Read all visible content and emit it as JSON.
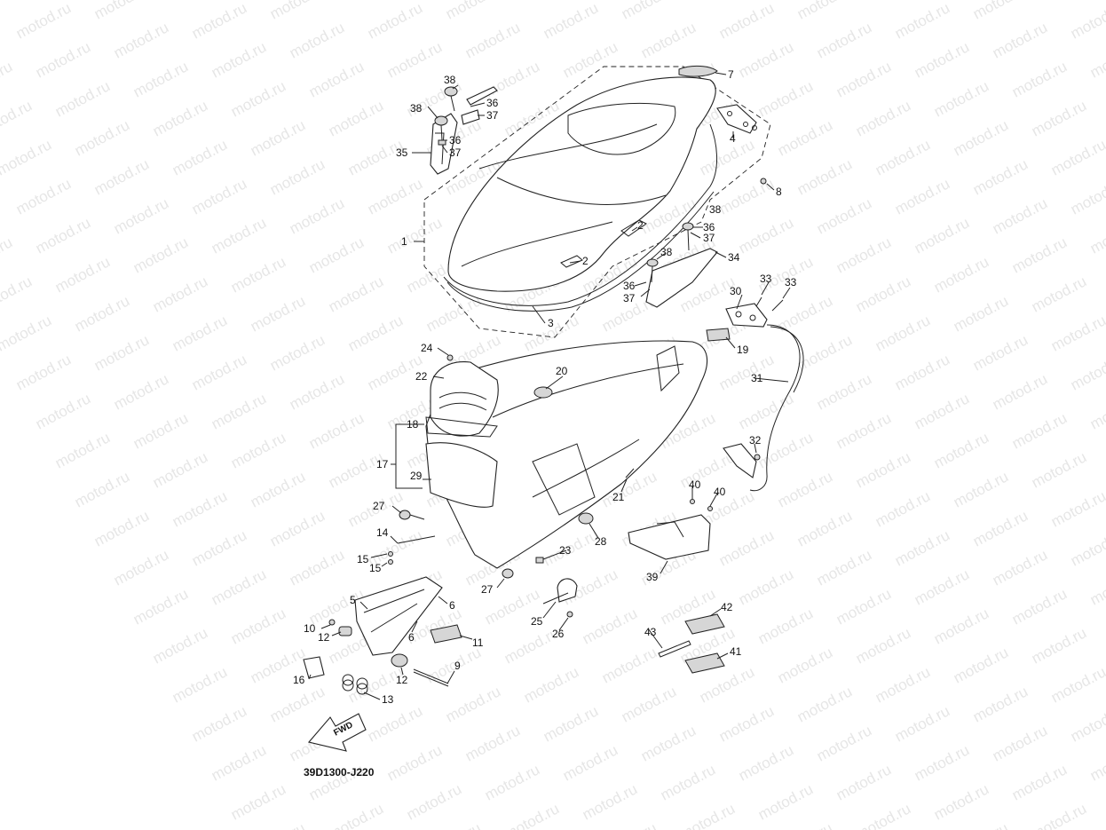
{
  "watermark": "motod.ru",
  "diagram_code": "39D1300-J220",
  "fwd_label": "FWD",
  "callouts": {
    "c1": "1",
    "c2a": "2",
    "c2b": "2",
    "c3": "3",
    "c4": "4",
    "c5": "5",
    "c6a": "6",
    "c6b": "6",
    "c7": "7",
    "c8": "8",
    "c9": "9",
    "c10": "10",
    "c11": "11",
    "c12a": "12",
    "c12b": "12",
    "c13": "13",
    "c14": "14",
    "c15a": "15",
    "c15b": "15",
    "c16": "16",
    "c17": "17",
    "c18": "18",
    "c19": "19",
    "c20": "20",
    "c21": "21",
    "c22": "22",
    "c23": "23",
    "c24": "24",
    "c25": "25",
    "c26": "26",
    "c27a": "27",
    "c27b": "27",
    "c28": "28",
    "c29": "29",
    "c30": "30",
    "c31": "31",
    "c32": "32",
    "c33a": "33",
    "c33b": "33",
    "c34": "34",
    "c35": "35",
    "c36a": "36",
    "c36b": "36",
    "c36c": "36",
    "c36d": "36",
    "c37a": "37",
    "c37b": "37",
    "c37c": "37",
    "c37d": "37",
    "c38a": "38",
    "c38b": "38",
    "c38c": "38",
    "c38d": "38",
    "c39": "39",
    "c40a": "40",
    "c40b": "40",
    "c41": "41",
    "c42": "42",
    "c43": "43"
  }
}
